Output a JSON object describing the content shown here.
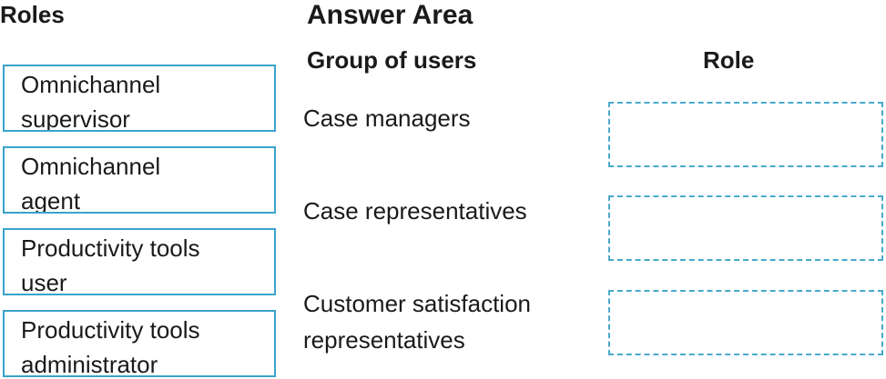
{
  "roles_panel": {
    "heading": "Roles",
    "items": [
      {
        "label": "Omnichannel\nsupervisor"
      },
      {
        "label": "Omnichannel\nagent"
      },
      {
        "label": "Productivity tools\nuser"
      },
      {
        "label": "Productivity tools\nadministrator"
      }
    ]
  },
  "answer_area": {
    "heading": "Answer Area",
    "group_column_heading": "Group of users",
    "role_column_heading": "Role",
    "rows": [
      {
        "group": "Case managers"
      },
      {
        "group": "Case representatives"
      },
      {
        "group": "Customer satisfaction\nrepresentatives"
      }
    ]
  },
  "colors": {
    "tile_border": "#3aa3c9",
    "drop_target_border": "#49a9cb",
    "text": "#1a1a1a"
  }
}
